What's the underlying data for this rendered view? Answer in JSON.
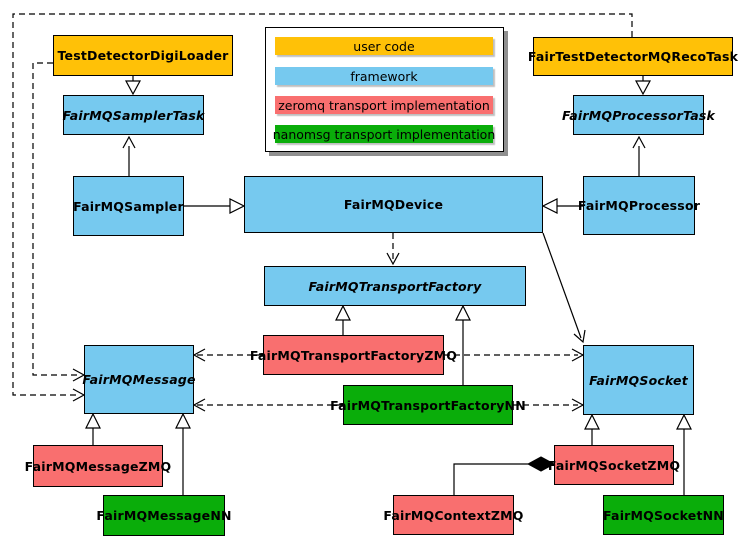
{
  "legend": {
    "items": [
      {
        "label": "user code",
        "color": "#FFC107"
      },
      {
        "label": "framework",
        "color": "#76C9EF"
      },
      {
        "label": "zeromq transport implementation",
        "color": "#F96F6F"
      },
      {
        "label": "nanomsg transport implementation",
        "color": "#0AAD0A"
      }
    ]
  },
  "nodes": {
    "testDetectorDigiLoader": {
      "label": "TestDetectorDigiLoader",
      "category": "user code",
      "abstract": false
    },
    "fairTestDetectorMQRecoTask": {
      "label": "FairTestDetectorMQRecoTask",
      "category": "user code",
      "abstract": false
    },
    "fairMQSamplerTask": {
      "label": "FairMQSamplerTask",
      "category": "framework",
      "abstract": true
    },
    "fairMQProcessorTask": {
      "label": "FairMQProcessorTask",
      "category": "framework",
      "abstract": true
    },
    "fairMQSampler": {
      "label": "FairMQSampler",
      "category": "framework",
      "abstract": false
    },
    "fairMQDevice": {
      "label": "FairMQDevice",
      "category": "framework",
      "abstract": false
    },
    "fairMQProcessor": {
      "label": "FairMQProcessor",
      "category": "framework",
      "abstract": false
    },
    "fairMQTransportFactory": {
      "label": "FairMQTransportFactory",
      "category": "framework",
      "abstract": true
    },
    "fairMQTransportFactoryZMQ": {
      "label": "FairMQTransportFactoryZMQ",
      "category": "zeromq transport implementation",
      "abstract": false
    },
    "fairMQTransportFactoryNN": {
      "label": "FairMQTransportFactoryNN",
      "category": "nanomsg transport implementation",
      "abstract": false
    },
    "fairMQMessage": {
      "label": "FairMQMessage",
      "category": "framework",
      "abstract": true
    },
    "fairMQSocket": {
      "label": "FairMQSocket",
      "category": "framework",
      "abstract": true
    },
    "fairMQMessageZMQ": {
      "label": "FairMQMessageZMQ",
      "category": "zeromq transport implementation",
      "abstract": false
    },
    "fairMQMessageNN": {
      "label": "FairMQMessageNN",
      "category": "nanomsg transport implementation",
      "abstract": false
    },
    "fairMQSocketZMQ": {
      "label": "FairMQSocketZMQ",
      "category": "zeromq transport implementation",
      "abstract": false
    },
    "fairMQSocketNN": {
      "label": "FairMQSocketNN",
      "category": "nanomsg transport implementation",
      "abstract": false
    },
    "fairMQContextZMQ": {
      "label": "FairMQContextZMQ",
      "category": "zeromq transport implementation",
      "abstract": false
    }
  },
  "edges": [
    {
      "from": "TestDetectorDigiLoader",
      "to": "FairMQSamplerTask",
      "type": "inheritance",
      "line": "solid hollow-triangle"
    },
    {
      "from": "FairTestDetectorMQRecoTask",
      "to": "FairMQProcessorTask",
      "type": "inheritance",
      "line": "solid hollow-triangle"
    },
    {
      "from": "FairMQSampler",
      "to": "FairMQSamplerTask",
      "type": "association",
      "line": "solid open-arrow"
    },
    {
      "from": "FairMQProcessor",
      "to": "FairMQProcessorTask",
      "type": "association",
      "line": "solid open-arrow"
    },
    {
      "from": "FairMQSampler",
      "to": "FairMQDevice",
      "type": "inheritance",
      "line": "solid hollow-triangle"
    },
    {
      "from": "FairMQProcessor",
      "to": "FairMQDevice",
      "type": "inheritance",
      "line": "solid hollow-triangle"
    },
    {
      "from": "FairMQDevice",
      "to": "FairMQTransportFactory",
      "type": "dependency",
      "line": "dashed open-arrow"
    },
    {
      "from": "FairMQDevice",
      "to": "FairMQSocket",
      "type": "association",
      "line": "solid open-arrow"
    },
    {
      "from": "FairMQTransportFactoryZMQ",
      "to": "FairMQTransportFactory",
      "type": "inheritance",
      "line": "solid hollow-triangle"
    },
    {
      "from": "FairMQTransportFactoryNN",
      "to": "FairMQTransportFactory",
      "type": "inheritance",
      "line": "solid hollow-triangle"
    },
    {
      "from": "FairMQTransportFactoryZMQ",
      "to": "FairMQMessage",
      "type": "dependency",
      "line": "dashed open-arrow"
    },
    {
      "from": "FairMQTransportFactoryZMQ",
      "to": "FairMQSocket",
      "type": "dependency",
      "line": "dashed open-arrow"
    },
    {
      "from": "FairMQTransportFactoryNN",
      "to": "FairMQMessage",
      "type": "dependency",
      "line": "dashed open-arrow"
    },
    {
      "from": "FairMQTransportFactoryNN",
      "to": "FairMQSocket",
      "type": "dependency",
      "line": "dashed open-arrow"
    },
    {
      "from": "FairMQMessageZMQ",
      "to": "FairMQMessage",
      "type": "inheritance",
      "line": "solid hollow-triangle"
    },
    {
      "from": "FairMQMessageNN",
      "to": "FairMQMessage",
      "type": "inheritance",
      "line": "solid hollow-triangle"
    },
    {
      "from": "FairMQSocketZMQ",
      "to": "FairMQSocket",
      "type": "inheritance",
      "line": "solid hollow-triangle"
    },
    {
      "from": "FairMQSocketNN",
      "to": "FairMQSocket",
      "type": "inheritance",
      "line": "solid hollow-triangle"
    },
    {
      "from": "FairMQContextZMQ",
      "to": "FairMQSocketZMQ",
      "type": "composition",
      "line": "solid filled-diamond"
    },
    {
      "from": "TestDetectorDigiLoader",
      "to": "FairMQMessage",
      "type": "dependency",
      "line": "dashed open-arrow"
    },
    {
      "from": "FairTestDetectorMQRecoTask",
      "to": "FairMQMessage",
      "type": "dependency",
      "line": "dashed open-arrow"
    }
  ],
  "colors": {
    "user_code": "#FFC107",
    "framework": "#76C9EF",
    "zeromq": "#F96F6F",
    "nanomsg": "#0AAD0A",
    "edge": "#000000",
    "background": "#FFFFFF"
  }
}
